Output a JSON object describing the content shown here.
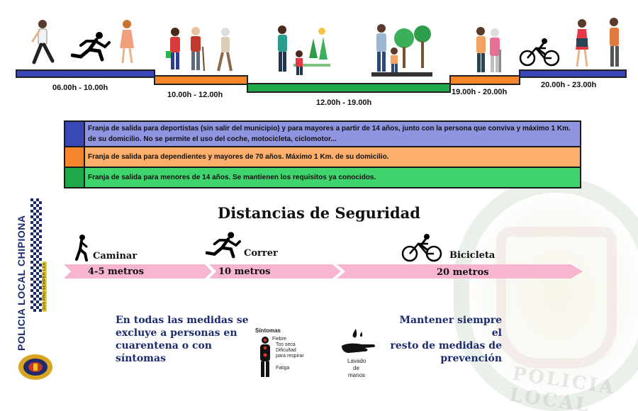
{
  "timeline": {
    "slots": [
      {
        "time": "06.00h - 10.00h",
        "color": "#3a47b7"
      },
      {
        "time": "10.00h - 12.00h",
        "color": "#f7862a"
      },
      {
        "time": "12.00h - 19.00h",
        "color": "#1ea84a"
      },
      {
        "time": "19.00h - 20.00h",
        "color": "#f7862a"
      },
      {
        "time": "20.00h - 23.00h",
        "color": "#3a47b7"
      }
    ]
  },
  "legend": {
    "rows": [
      {
        "text": "Franja de salida para deportistas (sin salir del municipio) y para mayores a partir de  14 años, junto con la persona que conviva y máximo 1 Km. de su domicilio. No se permite el uso del coche, motocicleta, ciclomotor...",
        "swatch": "#3a47b7",
        "bg": "#8f95e0"
      },
      {
        "text": "Franja de salida para dependientes y mayores de 70 años. Máximo 1 Km. de su domicilio.",
        "swatch": "#f7862a",
        "bg": "#fcae6b"
      },
      {
        "text": "Franja de salida para menores de 14 años. Se mantienen los requisitos ya conocidos.",
        "swatch": "#1ea84a",
        "bg": "#3fd46e"
      }
    ]
  },
  "banner": {
    "title": "POLICIA LOCAL CHIPIONA",
    "subtitle": "SUS PRO SEMPER LEX"
  },
  "distances": {
    "title": "Distancias de Seguridad",
    "items": [
      {
        "activity": "Caminar",
        "distance": "4-5 metros",
        "icon": "walking-icon"
      },
      {
        "activity": "Correr",
        "distance": "10 metros",
        "icon": "running-icon"
      },
      {
        "activity": "Bicicleta",
        "distance": "20 metros",
        "icon": "bicycle-icon"
      }
    ]
  },
  "notes": {
    "left": [
      "En todas las medidas se",
      "excluye a personas en",
      "cuarentena o con",
      "síntomas"
    ],
    "right": [
      "Mantener siempre el",
      "resto de medidas de",
      "prevención"
    ]
  },
  "symptoms": {
    "title": "Síntomas",
    "items": [
      "Fiebre",
      "Tos seca",
      "Dificultad",
      "para respirar",
      "Fatiga"
    ]
  },
  "handwash": {
    "caption": [
      "Lavado",
      "de",
      "manos"
    ]
  },
  "watermark": {
    "text": "POLICIA LOCAL"
  },
  "colors": {
    "navy": "#1c2a6e",
    "pink": "#f7b5cf",
    "blue": "#3a47b7",
    "orange": "#f7862a",
    "green": "#1ea84a"
  }
}
